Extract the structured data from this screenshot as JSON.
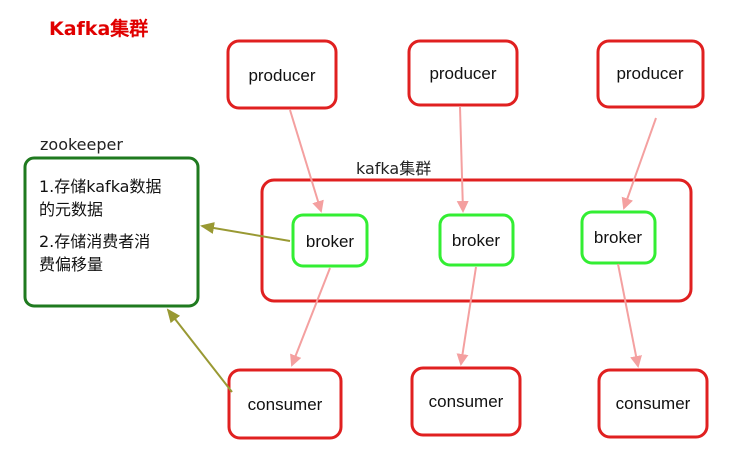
{
  "title": "Kafka集群",
  "colors": {
    "title": "#e00000",
    "producer_border": "#e02020",
    "consumer_border": "#e02020",
    "cluster_border": "#e02020",
    "broker_border": "#33ee33",
    "zookeeper_border": "#1f7a1f",
    "data_arrow": "#f4a0a0",
    "zk_arrow": "#999933"
  },
  "producers": [
    {
      "label": "producer"
    },
    {
      "label": "producer"
    },
    {
      "label": "producer"
    }
  ],
  "cluster": {
    "label": "kafka集群"
  },
  "brokers": [
    {
      "label": "broker"
    },
    {
      "label": "broker"
    },
    {
      "label": "broker"
    }
  ],
  "consumers": [
    {
      "label": "consumer"
    },
    {
      "label": "consumer"
    },
    {
      "label": "consumer"
    }
  ],
  "zookeeper": {
    "label": "zookeeper",
    "notes": [
      "1.存储kafka数据",
      "的元数据",
      "2.存储消费者消",
      "费偏移量"
    ]
  }
}
